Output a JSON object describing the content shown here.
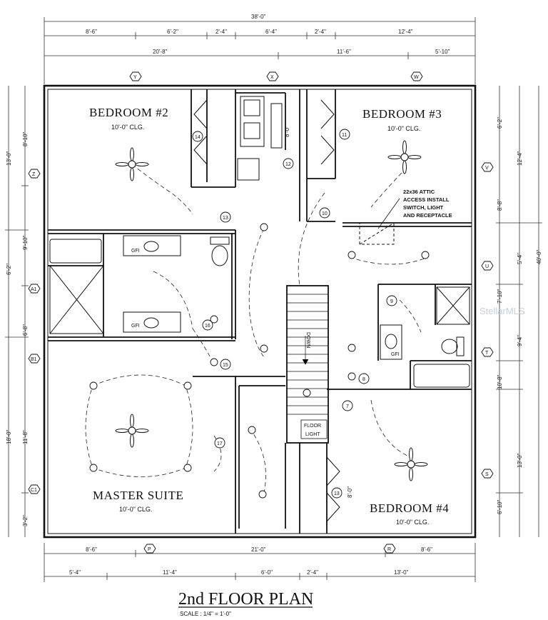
{
  "plan": {
    "title": "2nd FLOOR PLAN",
    "scale": "SCALE : 1/4\" = 1'-0\""
  },
  "rooms": {
    "bedroom2": {
      "name": "BEDROOM #2",
      "ceiling": "10'-0\" CLG."
    },
    "bedroom3": {
      "name": "BEDROOM #3",
      "ceiling": "10'-0\" CLG."
    },
    "bedroom4": {
      "name": "BEDROOM #4",
      "ceiling": "10'-0\" CLG."
    },
    "master": {
      "name": "MASTER SUITE",
      "ceiling": "10'-0\" CLG."
    }
  },
  "notes": {
    "attic_line1": "22x36 ATTIC",
    "attic_line2": "ACCESS INSTALL",
    "attic_line3": "SWITCH, LIGHT",
    "attic_line4": "AND RECEPTACLE",
    "floor_light_1": "FLOOR",
    "floor_light_2": "LIGHT",
    "stair_down": "DOWN",
    "gfi": "GFI"
  },
  "dimensions": {
    "top_overall": "38'-0\"",
    "top_row1": [
      "8'-6\"",
      "6'-2\"",
      "2'-4\"",
      "6'-4\"",
      "2'-4\"",
      "12'-4\""
    ],
    "top_row2": [
      "20'-8\"",
      "11'-6\"",
      "5'-10\""
    ],
    "bottom_row1": [
      "8'-6\"",
      "21'-0\"",
      "8'-6\""
    ],
    "bottom_row2": [
      "5'-4\"",
      "11'-4\"",
      "6'-0\"",
      "2'-4\"",
      "13'-0\""
    ],
    "left_outer": [
      "13'-0\"",
      "9'-10\"",
      "18'-0\""
    ],
    "left_inner": [
      "8'-10\"",
      "6'-2\"",
      "6'-8\"",
      "11'-8\"",
      "3'-2\""
    ],
    "right_outer": [
      "6'-2\"",
      "12'-4\"",
      "8'-8\"",
      "5'-4\"",
      "7'-10\"",
      "9'-4\"",
      "10'-8\"",
      "13'-0\"",
      "6'-10\""
    ],
    "right_total": "40'-0\"",
    "interior": [
      "8'-0\"",
      "8'-0\""
    ]
  },
  "grid_markers": {
    "top": [
      "Y",
      "X",
      "W"
    ],
    "left": [
      "Z",
      "A1",
      "B1",
      "C1"
    ],
    "right": [
      "V",
      "U",
      "T",
      "S"
    ],
    "bottom": [
      "P",
      "R"
    ]
  },
  "callouts": [
    "14",
    "12",
    "11",
    "13",
    "10",
    "9",
    "16",
    "15",
    "8",
    "7",
    "17",
    "13"
  ],
  "watermark": "StellarMLS"
}
